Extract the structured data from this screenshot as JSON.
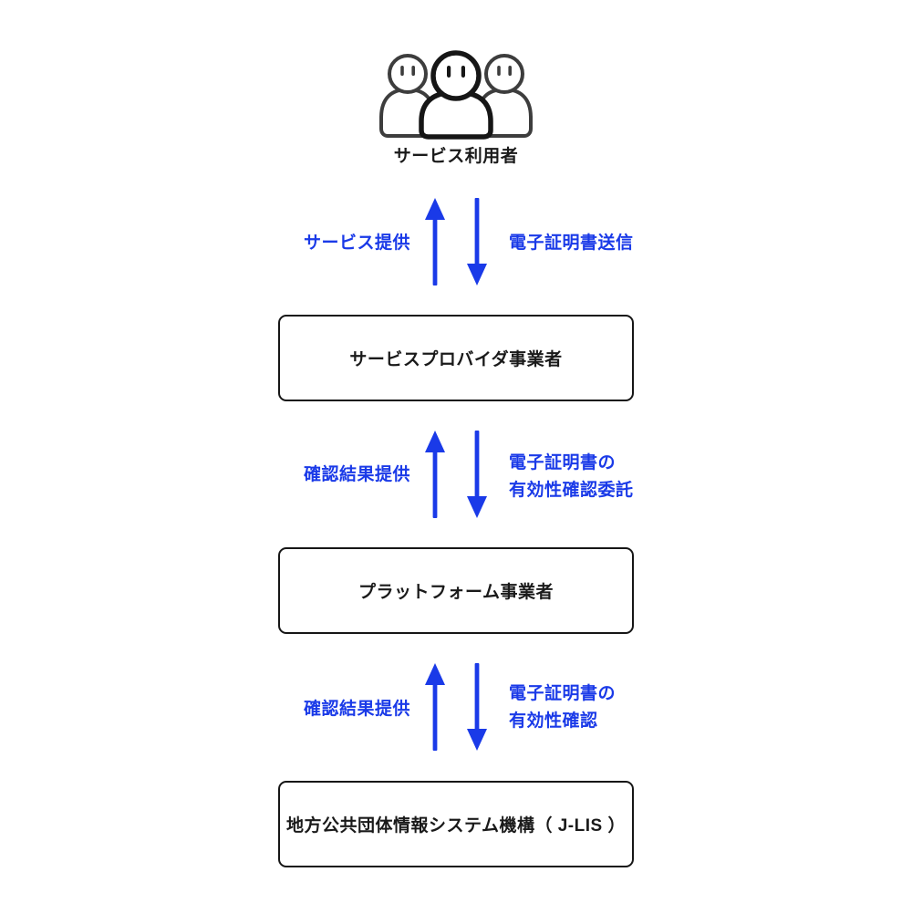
{
  "diagram": {
    "top": {
      "icon": "three-users-icon",
      "label": "サービス利用者"
    },
    "colors": {
      "arrow_blue": "#1A3AE8",
      "outline_black": "#161616",
      "side_user_gray": "#3D3D3D"
    },
    "nodes": [
      {
        "label": "サービスプロバイダ事業者"
      },
      {
        "label": "プラットフォーム事業者"
      },
      {
        "label": "地方公共団体情報システム機構（ J-LIS ）"
      }
    ],
    "flows": [
      {
        "up_label": "サービス提供",
        "down_line1": "電子証明書送信",
        "down_line2": ""
      },
      {
        "up_label": "確認結果提供",
        "down_line1": "電子証明書の",
        "down_line2": "有効性確認委託"
      },
      {
        "up_label": "確認結果提供",
        "down_line1": "電子証明書の",
        "down_line2": "有効性確認"
      }
    ]
  }
}
